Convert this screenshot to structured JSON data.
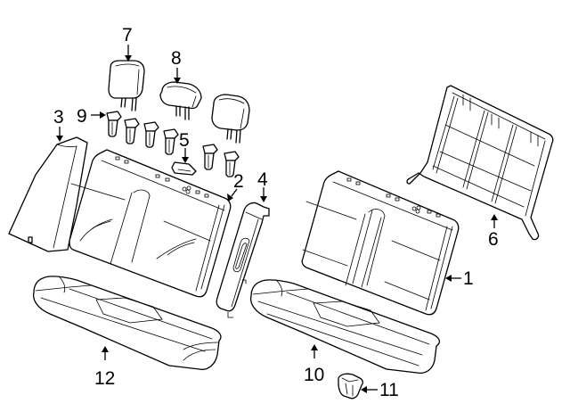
{
  "diagram": {
    "title": "Rear seat components exploded view",
    "background_color": "#ffffff",
    "line_color": "#000000",
    "callouts": [
      {
        "id": "1",
        "label": "1",
        "part": "seat back (right)"
      },
      {
        "id": "2",
        "label": "2",
        "part": "seat back (left)"
      },
      {
        "id": "3",
        "label": "3",
        "part": "side bolster (left)"
      },
      {
        "id": "4",
        "label": "4",
        "part": "side bolster (right)"
      },
      {
        "id": "5",
        "label": "5",
        "part": "trim bezel"
      },
      {
        "id": "6",
        "label": "6",
        "part": "seat back frame"
      },
      {
        "id": "7",
        "label": "7",
        "part": "headrest (outer)"
      },
      {
        "id": "8",
        "label": "8",
        "part": "headrest (center)"
      },
      {
        "id": "9",
        "label": "9",
        "part": "headrest guide"
      },
      {
        "id": "10",
        "label": "10",
        "part": "seat cushion (right)"
      },
      {
        "id": "11",
        "label": "11",
        "part": "clip / retainer"
      },
      {
        "id": "12",
        "label": "12",
        "part": "seat cushion (left)"
      }
    ]
  }
}
